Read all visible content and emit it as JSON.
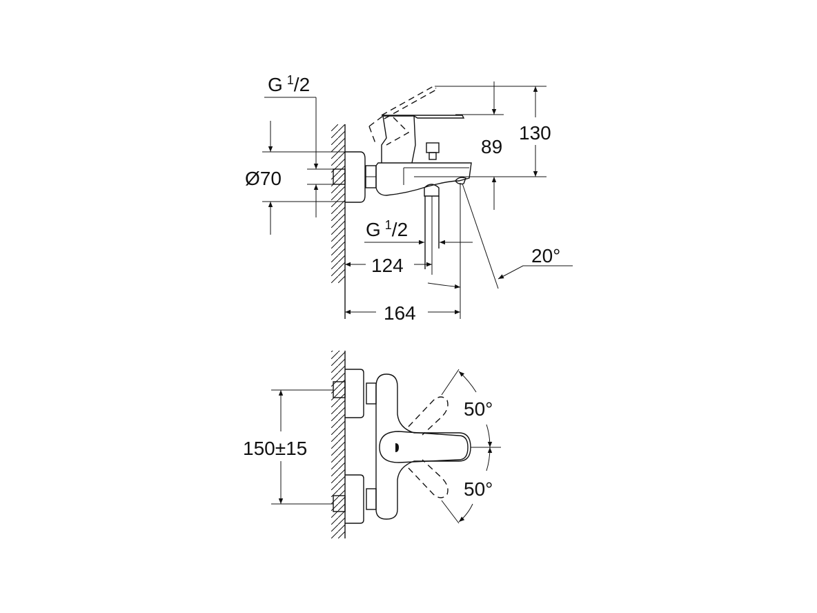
{
  "side_view": {
    "thread_top": {
      "main": "G",
      "sup": "1",
      "sub": "/2"
    },
    "diameter": "Ø70",
    "thread_bottom": {
      "main": "G",
      "sup": "1",
      "sub": "/2"
    },
    "dim_124": "124",
    "dim_164": "164",
    "dim_89": "89",
    "dim_130": "130",
    "angle_20": "20°"
  },
  "front_view": {
    "spacing": "150±15",
    "angle_up": "50°",
    "angle_down": "50°"
  }
}
